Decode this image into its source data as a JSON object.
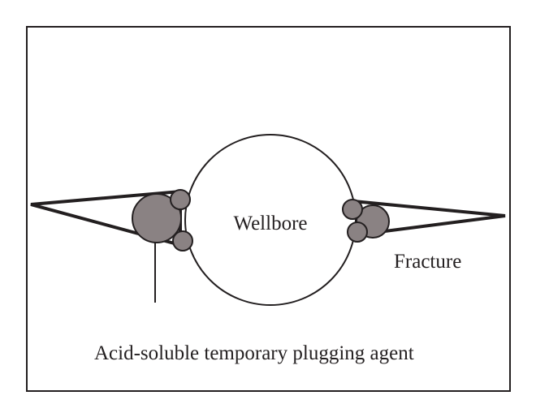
{
  "labels": {
    "wellbore": "Wellbore",
    "fracture": "Fracture",
    "plugging_agent": "Acid-soluble temporary plugging agent"
  },
  "colors": {
    "line": "#231f20",
    "particle_fill": "#8a8283",
    "background": "#ffffff"
  }
}
